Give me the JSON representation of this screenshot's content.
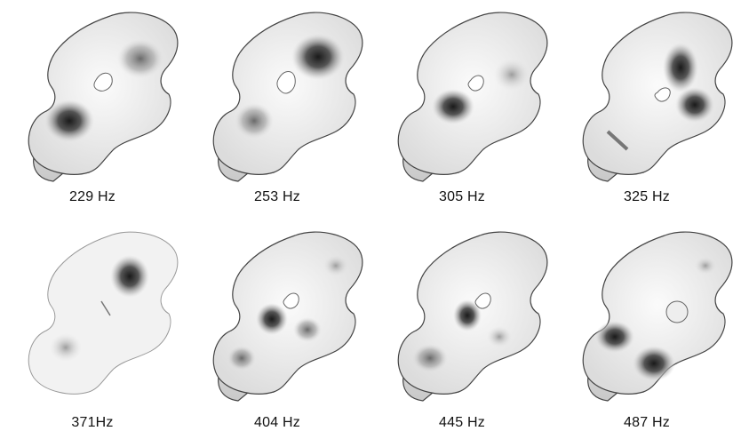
{
  "figure": {
    "modes": [
      {
        "freq_label": "229 Hz"
      },
      {
        "freq_label": "253 Hz"
      },
      {
        "freq_label": "305 Hz"
      },
      {
        "freq_label": "325 Hz"
      },
      {
        "freq_label": "371Hz"
      },
      {
        "freq_label": "404 Hz"
      },
      {
        "freq_label": "445 Hz"
      },
      {
        "freq_label": "487 Hz"
      }
    ]
  }
}
